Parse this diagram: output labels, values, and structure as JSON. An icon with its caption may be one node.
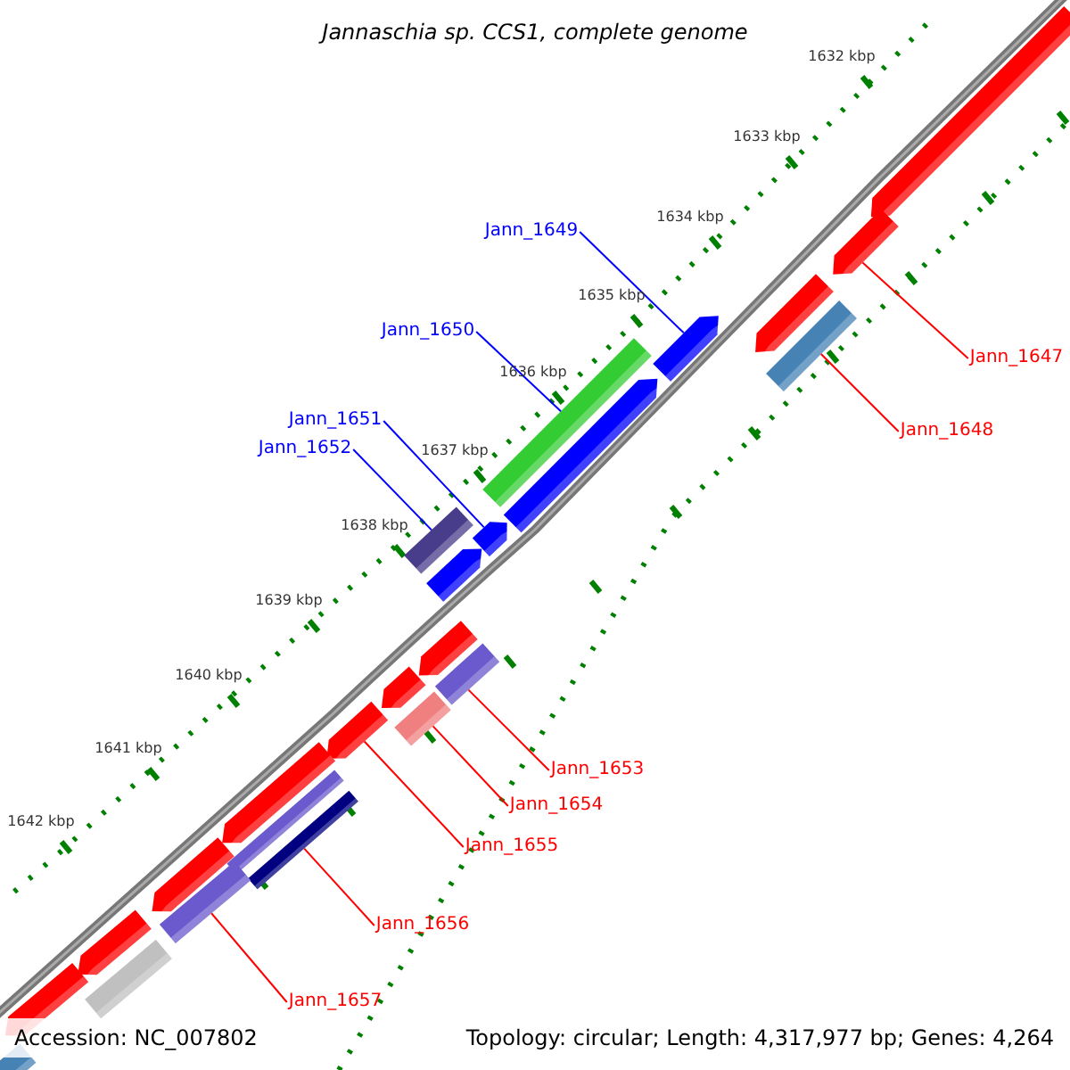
{
  "diagram": {
    "title": "Jannaschia sp. CCS1, complete genome",
    "nodes": [
      {
        "text": [
          "Jann_1649"
        ]
      },
      {
        "text": [
          "Jann_1650"
        ]
      },
      {
        "text": [
          "Jann_1647"
        ]
      },
      {
        "text": [
          "Jann_1651"
        ]
      },
      {
        "text": [
          "Jann_1652"
        ]
      },
      {
        "text": [
          "Jann_1648"
        ]
      },
      {
        "text": [
          "Jann_1653"
        ]
      },
      {
        "text": [
          "Jann_1654"
        ]
      },
      {
        "text": [
          "Jann_1655"
        ]
      },
      {
        "text": [
          "Jann_1656"
        ]
      },
      {
        "text": [
          "Jann_1657"
        ]
      },
      {
        "text": [],
        "shape": "bar"
      },
      {
        "text": [],
        "shape": "bar"
      },
      {
        "text": [],
        "shape": "bar"
      },
      {
        "text": [],
        "shape": "bar"
      },
      {
        "text": [],
        "shape": "bar"
      },
      {
        "text": [],
        "shape": "bar"
      },
      {
        "text": [],
        "shape": "bar"
      },
      {
        "text": [],
        "shape": "bar"
      },
      {
        "text": [],
        "shape": "bar"
      },
      {
        "text": [],
        "shape": "bar"
      },
      {
        "text": [],
        "shape": "bar"
      },
      {
        "text": [],
        "shape": "bar"
      },
      {
        "text": [],
        "shape": "bar"
      },
      {
        "text": [],
        "shape": "bar"
      },
      {
        "text": [],
        "shape": "bar"
      },
      {
        "text": [],
        "shape": "bar"
      },
      {
        "text": [],
        "shape": "bar"
      },
      {
        "text": [],
        "shape": "bar"
      },
      {
        "text": [],
        "shape": "bar"
      },
      {
        "text": [],
        "shape": "bar"
      },
      {
        "text": [],
        "shape": "bar"
      },
      {
        "text": [],
        "shape": "bar"
      },
      {
        "text": [],
        "shape": "bar"
      },
      {
        "text": [],
        "shape": "bar"
      }
    ],
    "edges": [
      {
        "from": 0,
        "to": 15,
        "arrow": "none",
        "color": "#0000ff"
      },
      {
        "from": 1,
        "to": 16,
        "arrow": "none",
        "color": "#0000ff"
      },
      {
        "from": 2,
        "to": 12,
        "arrow": "none"
      },
      {
        "from": 3,
        "to": 18,
        "arrow": "none",
        "color": "#0000ff"
      },
      {
        "from": 4,
        "to": 19,
        "arrow": "none",
        "color": "#0000ff"
      },
      {
        "from": 5,
        "to": 14,
        "arrow": "none"
      },
      {
        "from": 6,
        "to": 22,
        "arrow": "none"
      },
      {
        "from": 7,
        "to": 24,
        "arrow": "none"
      },
      {
        "from": 8,
        "to": 25,
        "arrow": "none"
      },
      {
        "from": 9,
        "to": 28,
        "arrow": "none"
      },
      {
        "from": 10,
        "to": 30,
        "arrow": "none"
      }
    ],
    "labels": [
      "1632 kbp",
      "1633 kbp",
      "1634 kbp",
      "1635 kbp",
      "1636 kbp",
      "1637 kbp",
      "1638 kbp",
      "1639 kbp",
      "1640 kbp",
      "1641 kbp",
      "1642 kbp",
      "Accession: NC_007802",
      "Topology: circular; Length: 4,317,977 bp; Genes: 4,264"
    ]
  }
}
